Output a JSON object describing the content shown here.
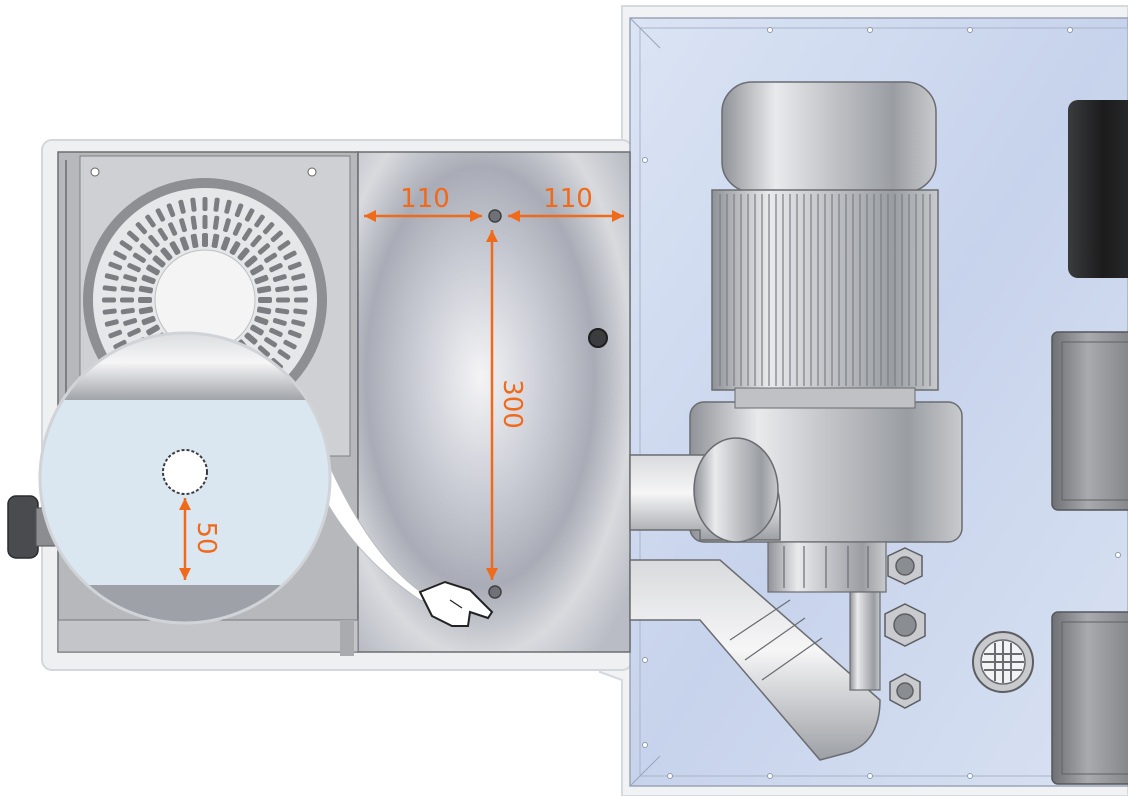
{
  "diagram": {
    "dimensions": {
      "left_gap": "110",
      "right_gap": "110",
      "hole_spacing": "300",
      "edge_offset": "50"
    },
    "colors": {
      "dimension": "#f06a1c",
      "panel_blue": "#cfdaf0",
      "steel_light": "#e4e6ea",
      "steel_dark": "#8e9196",
      "frame": "#f0f2f4"
    },
    "icons": {
      "pointer": "pointing-hand-icon",
      "fan_grille": "fan-grille-icon",
      "motor": "motor-icon",
      "vent": "vent-grille-icon"
    }
  }
}
